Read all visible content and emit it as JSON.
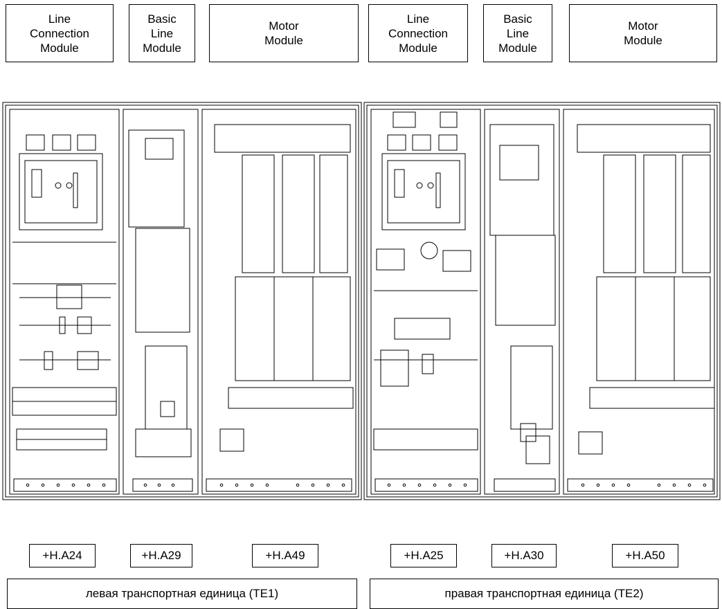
{
  "modules": [
    {
      "label": "Line\nConnection\nModule"
    },
    {
      "label": "Basic\nLine\nModule"
    },
    {
      "label": "Motor\nModule"
    },
    {
      "label": "Line\nConnection\nModule"
    },
    {
      "label": "Basic\nLine\nModule"
    },
    {
      "label": "Motor\nModule"
    }
  ],
  "references": [
    "+H.A24",
    "+H.A29",
    "+H.A49",
    "+H.A25",
    "+H.A30",
    "+H.A50"
  ],
  "transport_units": [
    {
      "label": "левая транспортная единица (TE1)"
    },
    {
      "label": "правая транспортная единица (TE2)"
    }
  ]
}
